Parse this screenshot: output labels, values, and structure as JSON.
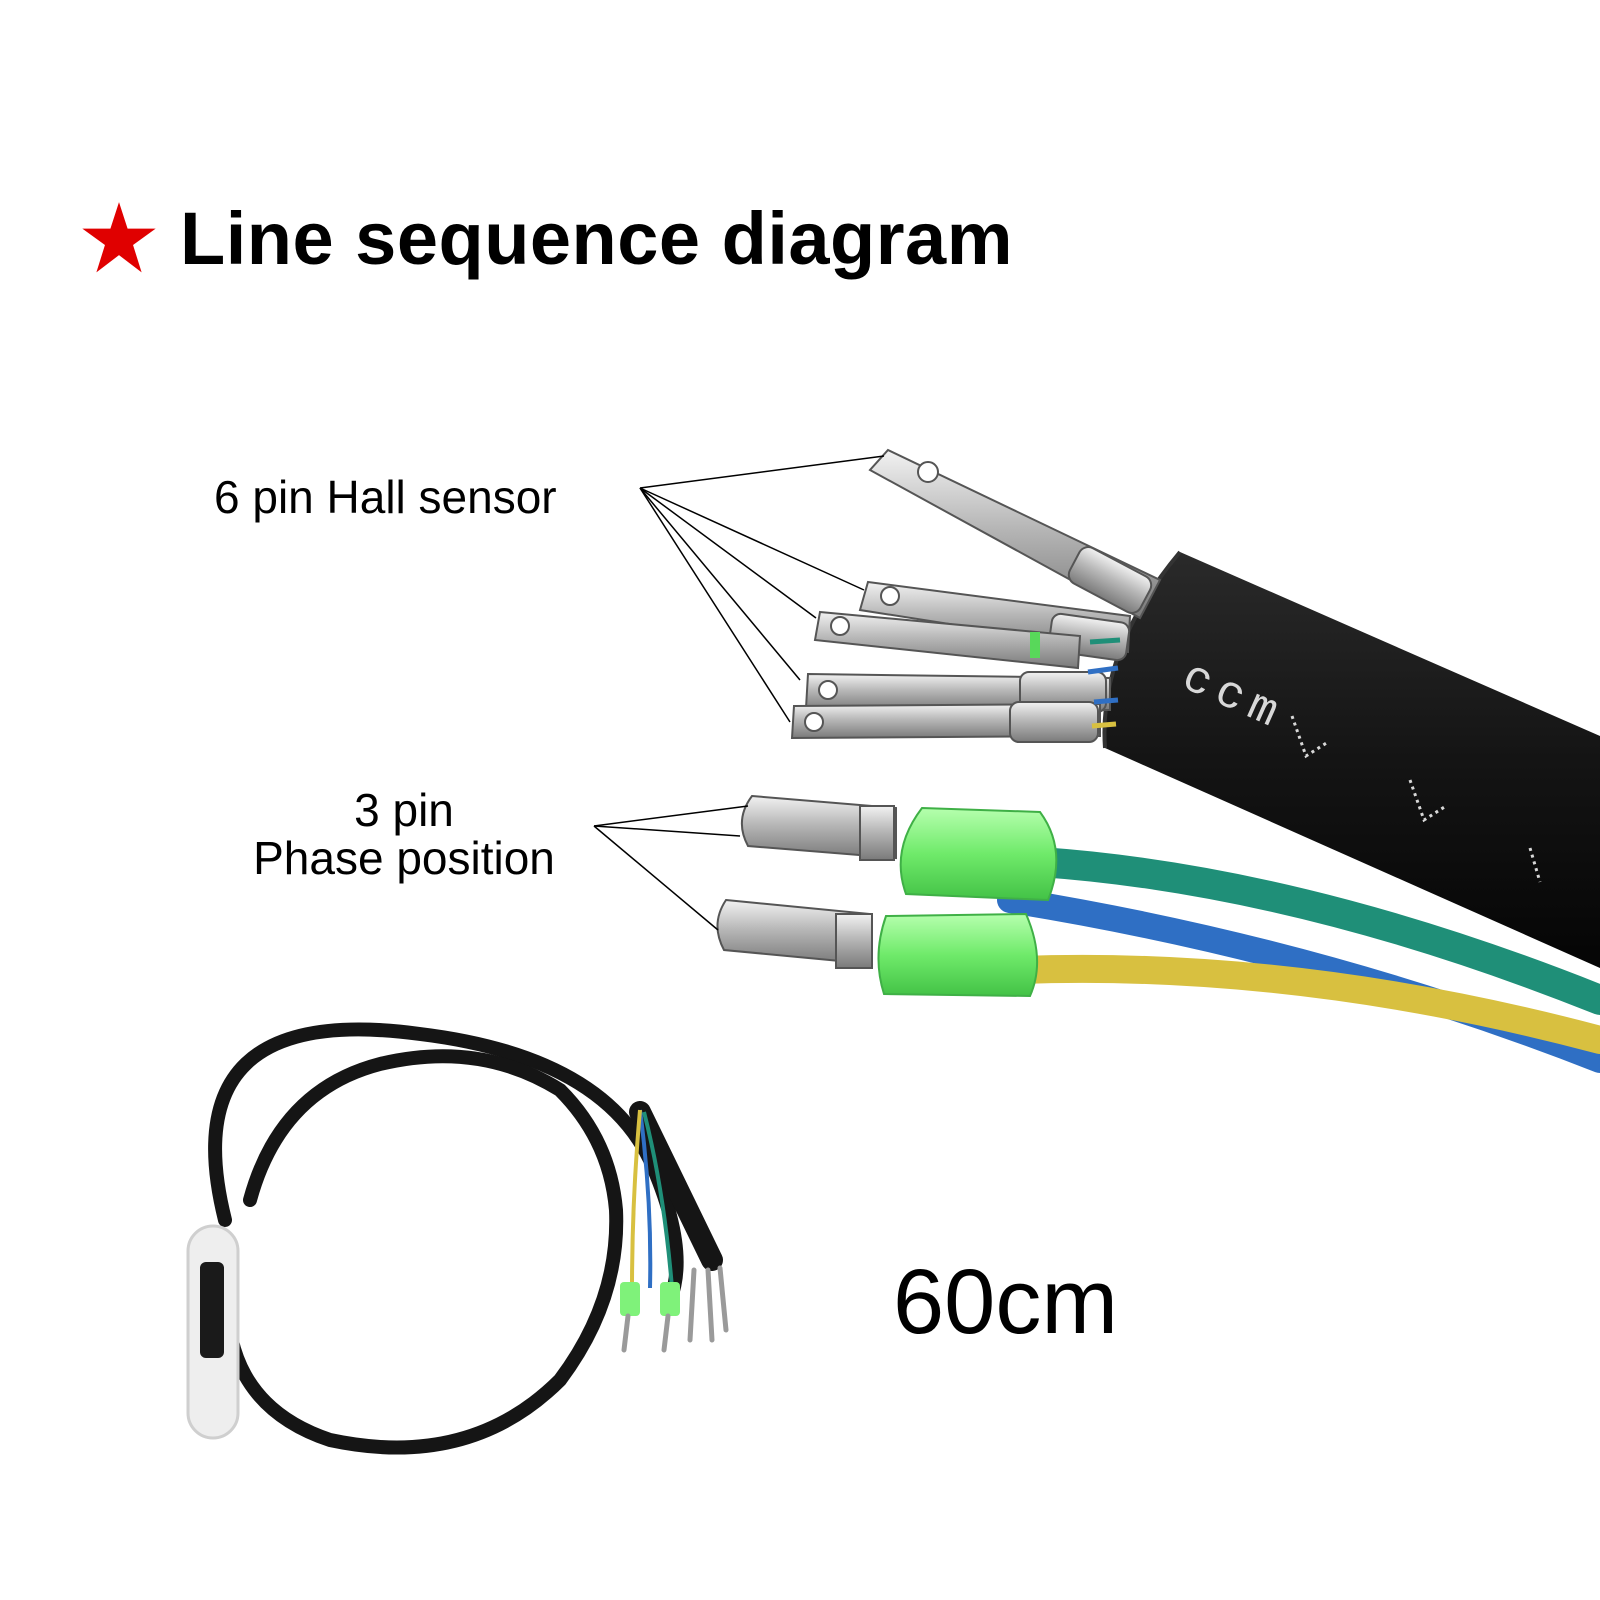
{
  "title": {
    "text": "Line sequence diagram",
    "star_color": "#e00000",
    "icon": "star-icon"
  },
  "labels": {
    "hall": "6 pin Hall sensor",
    "phase_line1": "3 pin",
    "phase_line2": "Phase position",
    "length": "60cm"
  },
  "cable": {
    "jacket_print": "ccm"
  },
  "colors": {
    "jacket": "#161616",
    "green_wire": "#1f8f78",
    "blue_wire": "#2f6fc4",
    "yellow_wire": "#d8c040",
    "connector_sleeve": "#7ff27a",
    "metal": "#c9c9c9"
  }
}
